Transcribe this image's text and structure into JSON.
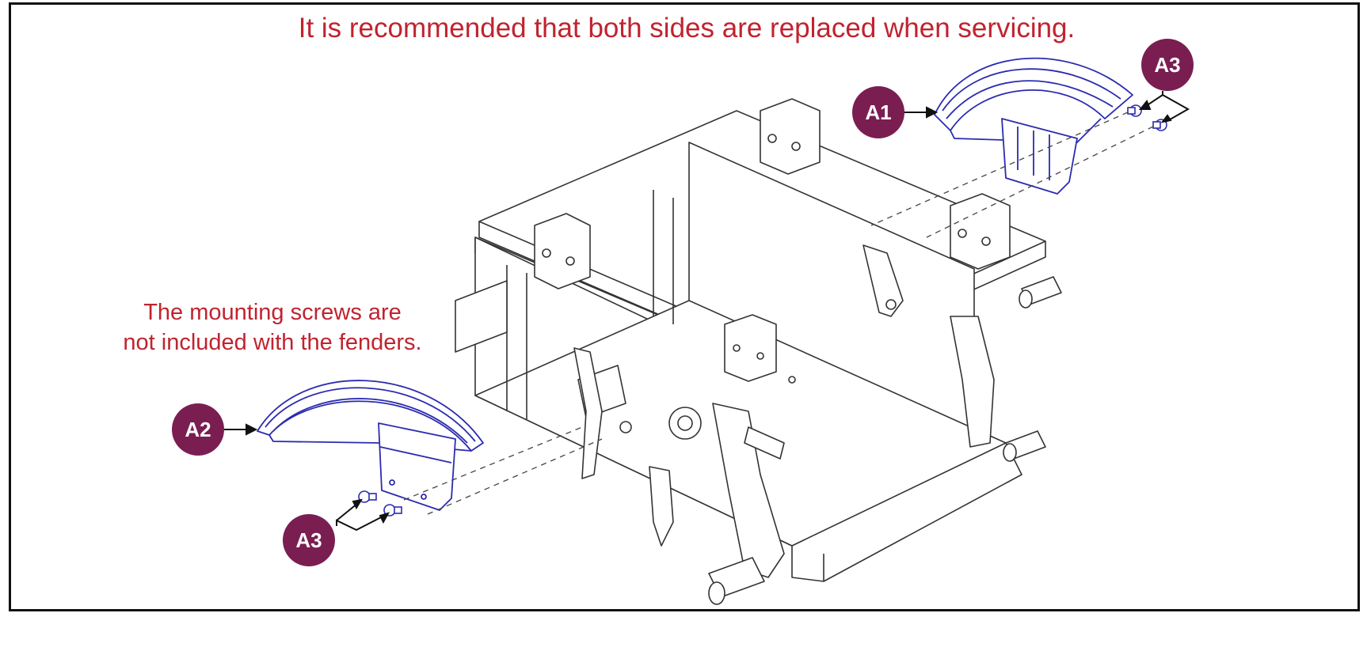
{
  "notes": {
    "top": "It is recommended that both sides are replaced when servicing.",
    "left_line1": "The mounting screws are",
    "left_line2": "not included with the fenders."
  },
  "callouts": [
    {
      "id": "a1",
      "label": "A1"
    },
    {
      "id": "a2",
      "label": "A2"
    },
    {
      "id": "a3-top",
      "label": "A3"
    },
    {
      "id": "a3-bottom",
      "label": "A3"
    }
  ],
  "colors": {
    "note_text": "#c0232f",
    "callout_fill": "#7a1e52",
    "fender_line": "#2b2bb0",
    "frame_line": "#333333"
  }
}
